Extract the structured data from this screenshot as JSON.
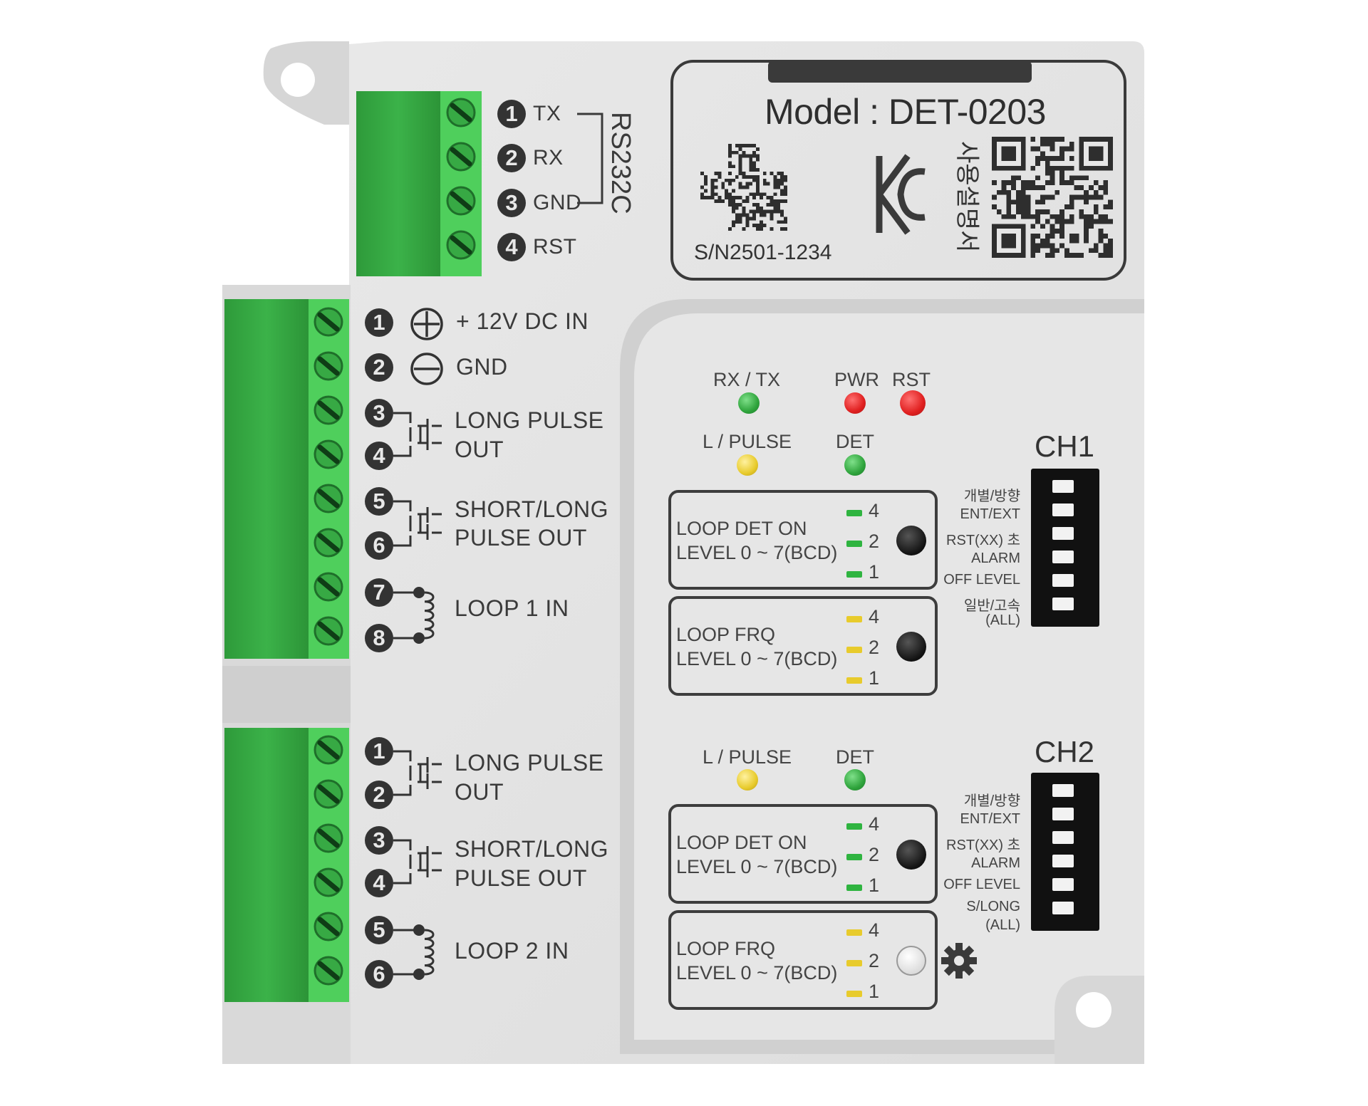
{
  "model": {
    "label": "Model : DET-0203",
    "serial": "S/N2501-1234",
    "manual_label": "사용설명서",
    "certification_icon": "kc-mark-icon"
  },
  "rs232c": {
    "title": "RS232C",
    "pins": [
      {
        "num": "1",
        "label": "TX"
      },
      {
        "num": "2",
        "label": "RX"
      },
      {
        "num": "3",
        "label": "GND"
      },
      {
        "num": "4",
        "label": "RST"
      }
    ]
  },
  "terminal_top": {
    "pins": [
      "1",
      "2",
      "3",
      "4",
      "5",
      "6",
      "7",
      "8"
    ],
    "power_plus": "+ 12V DC IN",
    "power_gnd": "GND",
    "long_pulse_1": "LONG PULSE",
    "long_pulse_2": "OUT",
    "short_long_1": "SHORT/LONG",
    "short_long_2": "PULSE OUT",
    "loop": "LOOP 1 IN"
  },
  "terminal_bottom": {
    "pins": [
      "1",
      "2",
      "3",
      "4",
      "5",
      "6"
    ],
    "long_pulse_1": "LONG PULSE",
    "long_pulse_2": "OUT",
    "short_long_1": "SHORT/LONG",
    "short_long_2": "PULSE OUT",
    "loop": "LOOP 2 IN"
  },
  "status_leds": {
    "rxtx": "RX / TX",
    "pwr": "PWR",
    "rst": "RST"
  },
  "ch1": {
    "title": "CH1",
    "lpulse": "L / PULSE",
    "det": "DET",
    "loop_det_1": "LOOP DET ON",
    "loop_det_2": "LEVEL 0 ~ 7(BCD)",
    "loop_frq_1": "LOOP FRQ",
    "loop_frq_2": "LEVEL 0 ~ 7(BCD)",
    "levels": [
      "4",
      "2",
      "1"
    ],
    "dip": [
      "개별/방향",
      "ENT/EXT",
      "RST(XX) 초",
      "ALARM",
      "OFF LEVEL",
      "일반/고속",
      "(ALL)"
    ]
  },
  "ch2": {
    "title": "CH2",
    "lpulse": "L / PULSE",
    "det": "DET",
    "loop_det_1": "LOOP DET ON",
    "loop_det_2": "LEVEL 0 ~ 7(BCD)",
    "loop_frq_1": "LOOP FRQ",
    "loop_frq_2": "LEVEL 0 ~ 7(BCD)",
    "levels": [
      "4",
      "2",
      "1"
    ],
    "dip": [
      "개별/방향",
      "ENT/EXT",
      "RST(XX) 초",
      "ALARM",
      "OFF LEVEL",
      "S/LONG",
      "(ALL)"
    ]
  },
  "colors": {
    "housing": "#e3e3e3",
    "terminal_green": "#3fbf4f",
    "led_green": "#2fa43c",
    "led_red": "#e02020",
    "led_yellow": "#e8cb2c"
  }
}
